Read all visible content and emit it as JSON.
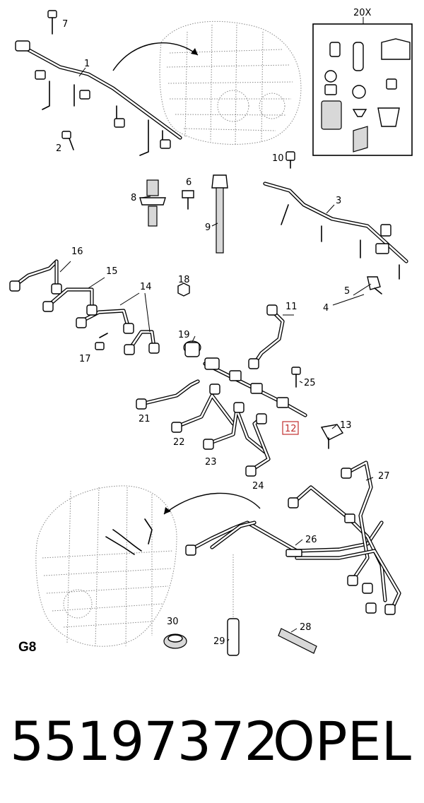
{
  "diagram": {
    "group_code": "G8",
    "kit_label": "20X",
    "highlighted_callout": "12",
    "callouts": [
      "1",
      "2",
      "3",
      "4",
      "5",
      "6",
      "7",
      "8",
      "9",
      "10",
      "11",
      "12",
      "13",
      "14",
      "15",
      "16",
      "17",
      "18",
      "19",
      "20X",
      "21",
      "22",
      "23",
      "24",
      "25",
      "26",
      "27",
      "28",
      "29",
      "30"
    ]
  },
  "footer": {
    "part_number": "55197372",
    "brand": "OPEL"
  },
  "colors": {
    "highlight": "#c03030",
    "ink": "#000000"
  }
}
